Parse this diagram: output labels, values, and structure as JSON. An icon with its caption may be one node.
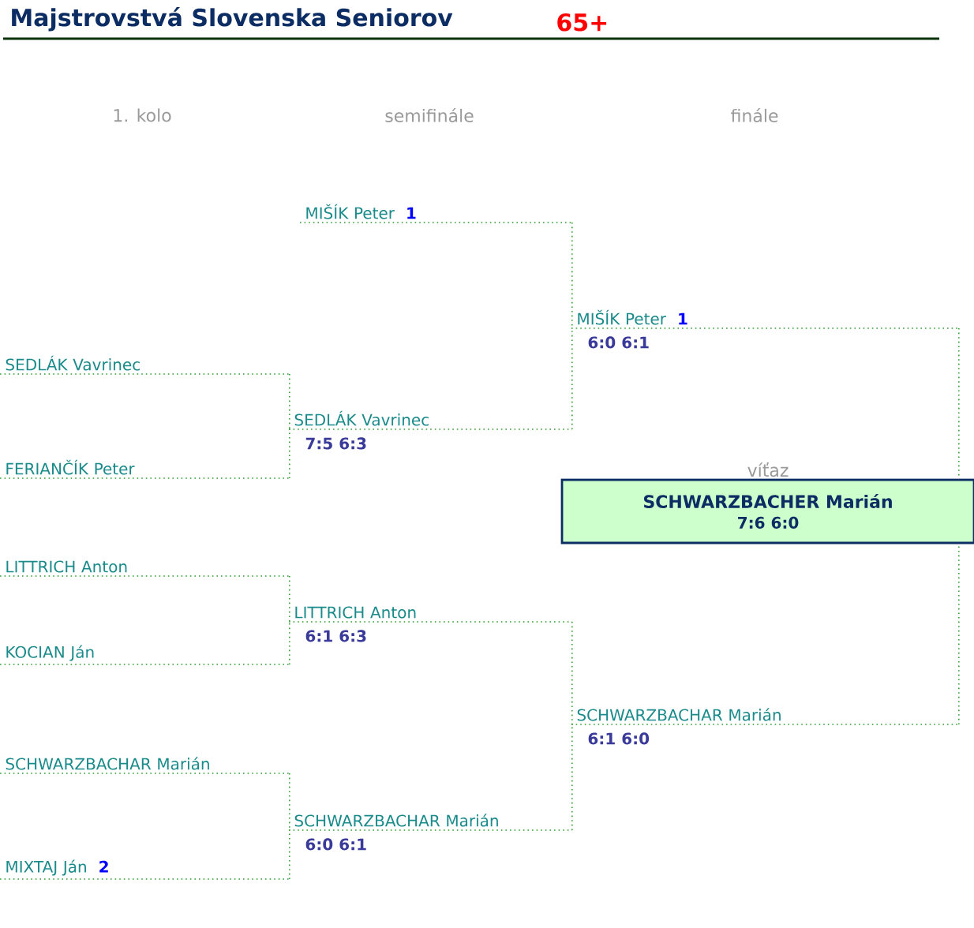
{
  "diagram": {
    "title": "Majstrovstvá Slovenska Seniorov",
    "nodes": [
      {
        "text": [
          "MIŠÍK Peter",
          "1"
        ]
      },
      {
        "text": [
          "MIŠÍK Peter",
          "1"
        ],
        "beside": [
          "6:0 6:1"
        ]
      },
      {
        "text": [
          "SEDLÁK Vavrinec"
        ]
      },
      {
        "text": [
          "SEDLÁK Vavrinec"
        ],
        "beside": [
          "7:5 6:3"
        ]
      },
      {
        "text": [
          "FERIANČÍK Peter"
        ]
      },
      {
        "text": [
          "víťaz",
          "SCHWARZBACHER Marián",
          "7:6 6:0"
        ]
      },
      {
        "text": [
          "LITTRICH Anton"
        ]
      },
      {
        "text": [
          "LITTRICH Anton"
        ],
        "beside": [
          "6:1 6:3"
        ]
      },
      {
        "text": [
          "KOCIAN Ján"
        ]
      },
      {
        "text": [
          "SCHWARZBACHAR Marián"
        ],
        "beside": [
          "6:1 6:0"
        ]
      },
      {
        "text": [
          "SCHWARZBACHAR Marián"
        ]
      },
      {
        "text": [
          "SCHWARZBACHAR Marián"
        ],
        "beside": [
          "6:0 6:1"
        ]
      },
      {
        "text": [
          "MIXTAJ Ján",
          "2"
        ]
      }
    ],
    "edges": [
      {
        "from": 0,
        "to": 1,
        "arrow": "none"
      },
      {
        "from": 2,
        "to": 3,
        "arrow": "none"
      },
      {
        "from": 4,
        "to": 3,
        "arrow": "none"
      },
      {
        "from": 3,
        "to": 1,
        "arrow": "none"
      },
      {
        "from": 1,
        "to": 5,
        "arrow": "none"
      },
      {
        "from": 6,
        "to": 7,
        "arrow": "none"
      },
      {
        "from": 8,
        "to": 7,
        "arrow": "none"
      },
      {
        "from": 7,
        "to": 9,
        "arrow": "none"
      },
      {
        "from": 10,
        "to": 11,
        "arrow": "none"
      },
      {
        "from": 12,
        "to": 11,
        "arrow": "none"
      },
      {
        "from": 11,
        "to": 9,
        "arrow": "none"
      },
      {
        "from": 9,
        "to": 5,
        "arrow": "none"
      }
    ],
    "labels": [
      "65+",
      "1. kolo",
      "semifinále",
      "finále"
    ]
  }
}
